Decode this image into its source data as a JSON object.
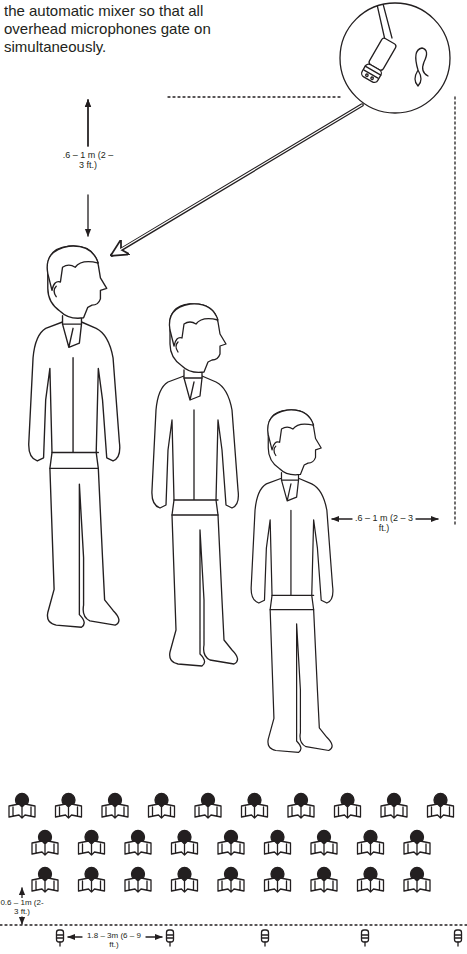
{
  "diagram": {
    "labels": [
      "the automatic mixer so that all overhead microphones gate on simultaneously.",
      ".6 – 1 m (2 – 3 ft.)",
      ".6 – 1 m (2 – 3 ft.)",
      "0.6 – 1m (2-3 ft.)",
      "1.8 – 3m (6 – 9 ft.)"
    ]
  }
}
